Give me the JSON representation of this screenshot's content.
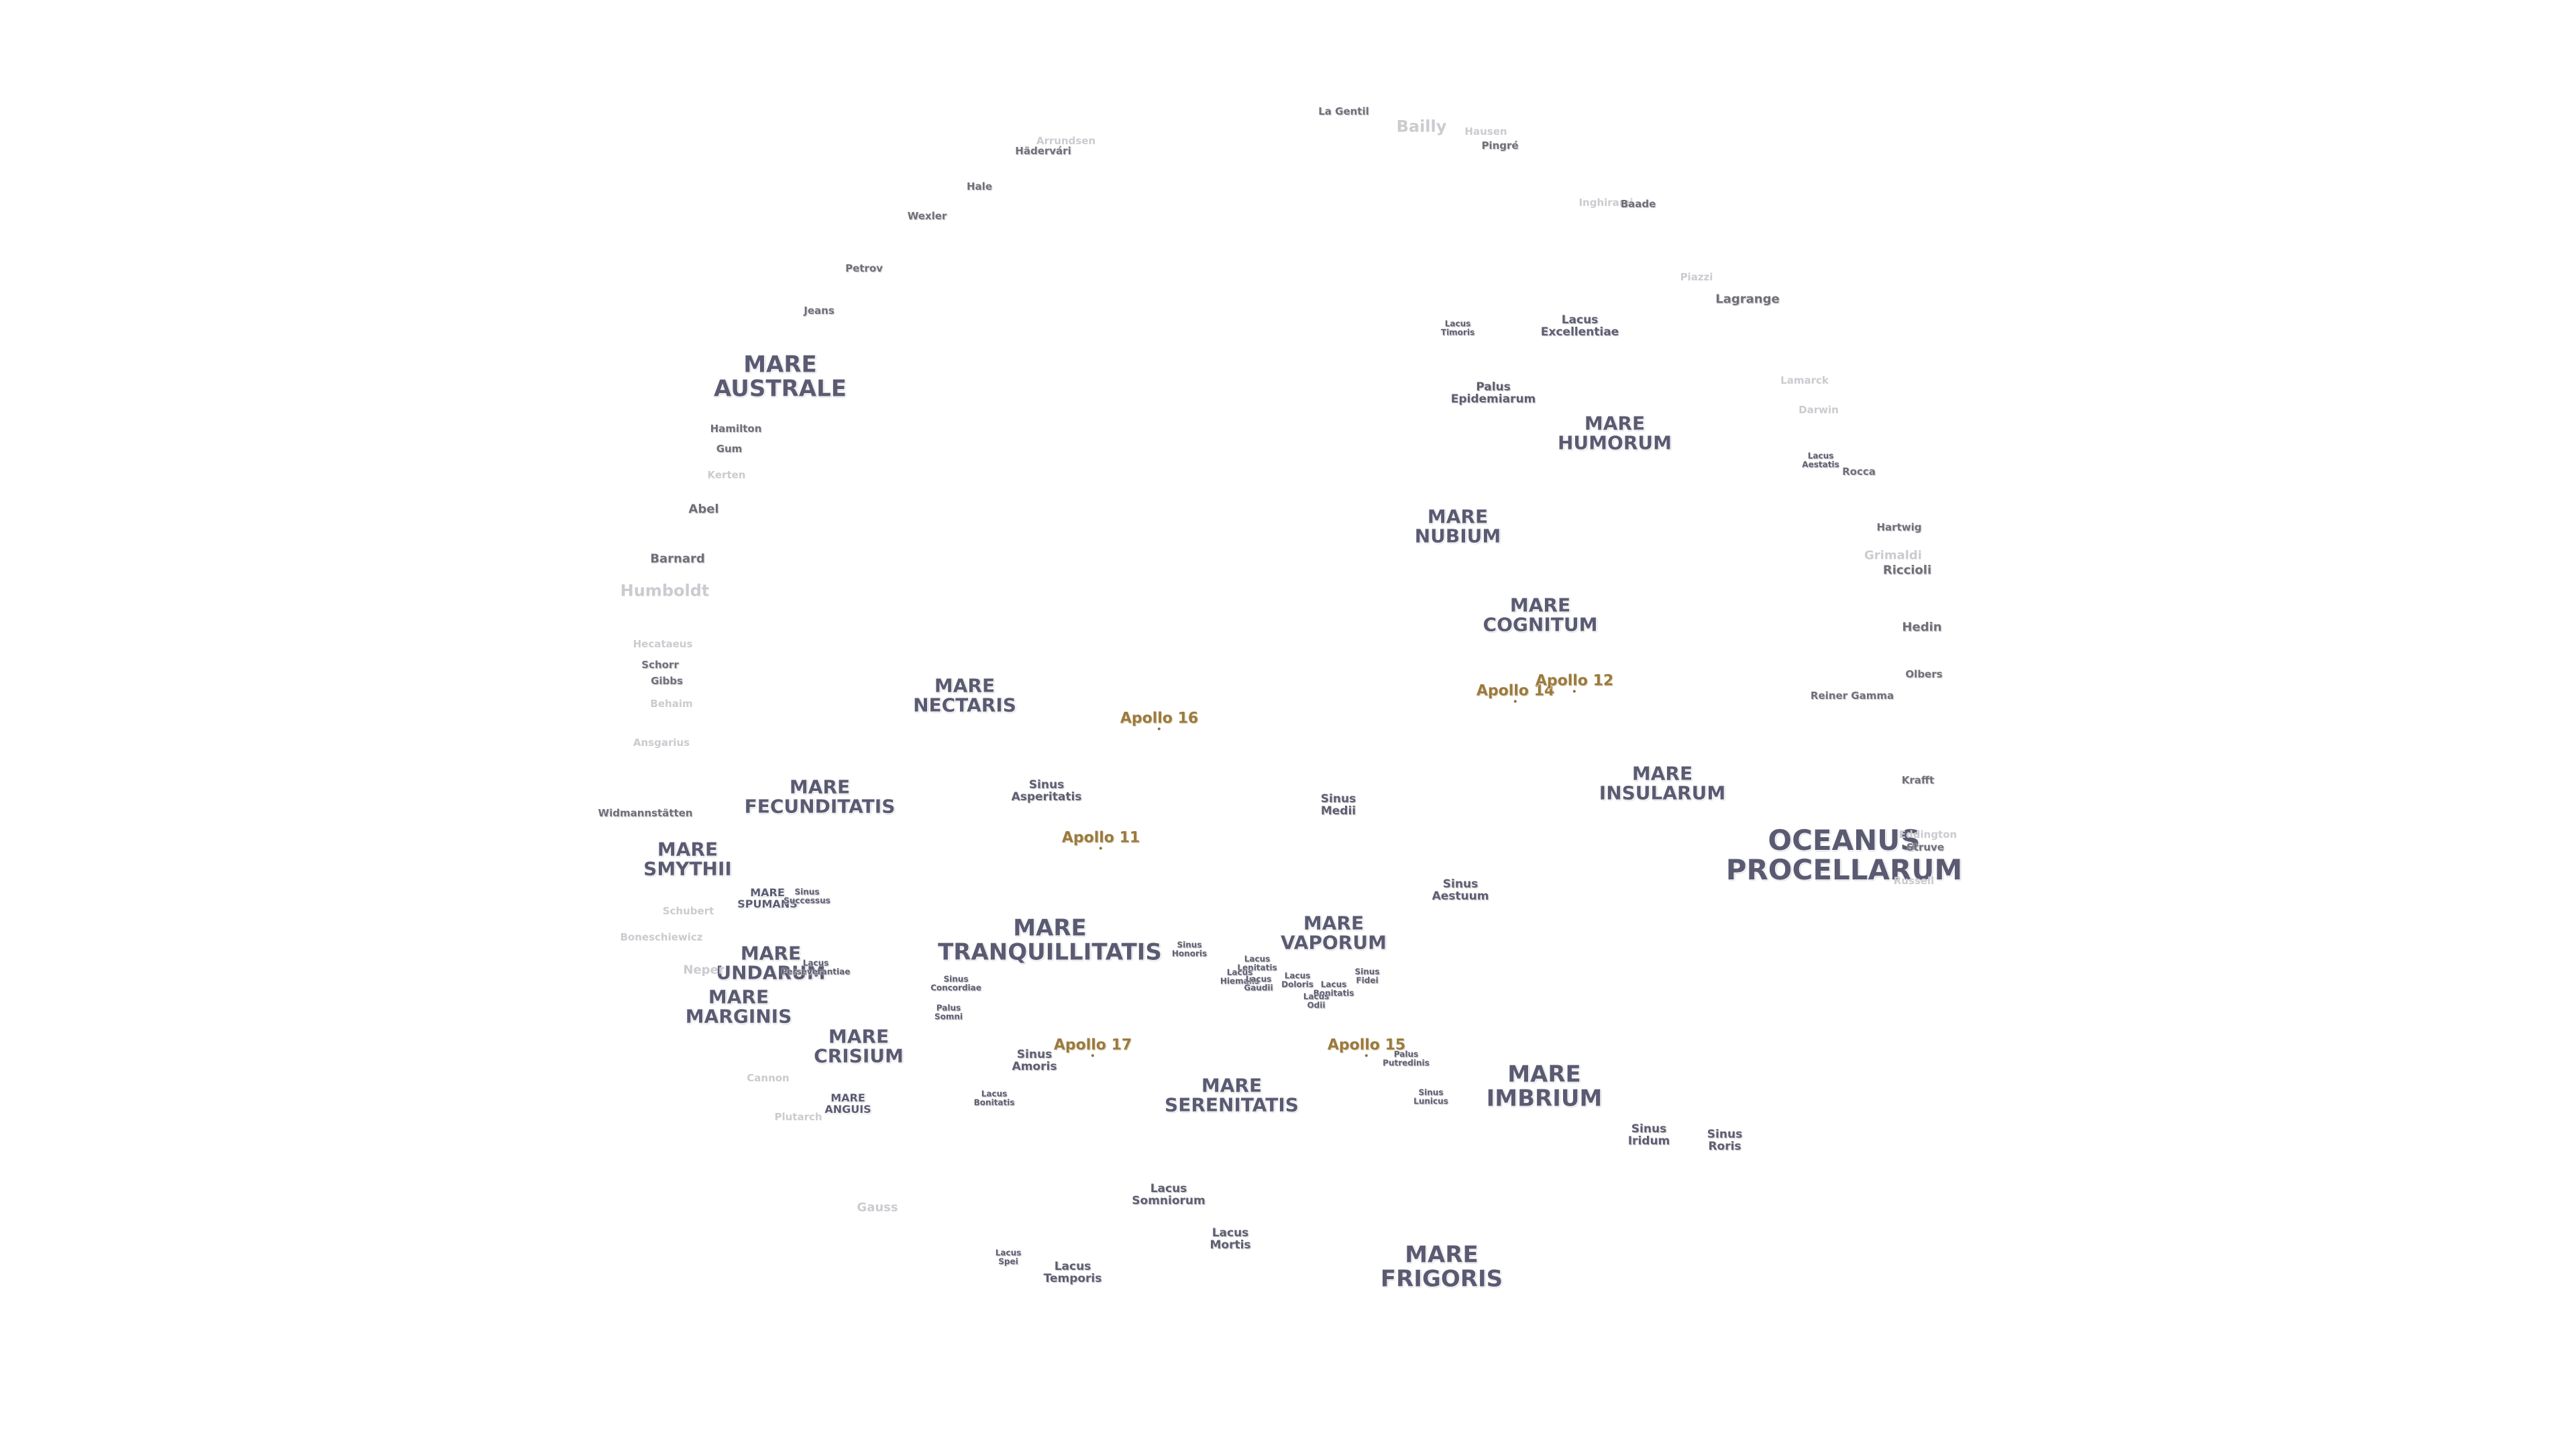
{
  "maria": [
    {
      "name": "MARE\nAUSTRALE"
    },
    {
      "name": "MARE\nHUMORUM"
    },
    {
      "name": "MARE\nNUBIUM"
    },
    {
      "name": "MARE\nCOGNITUM"
    },
    {
      "name": "MARE\nNECTARIS"
    },
    {
      "name": "MARE\nFECUNDITATIS"
    },
    {
      "name": "MARE\nINSULARUM"
    },
    {
      "name": "OCEANUS\nPROCELLARUM"
    },
    {
      "name": "MARE\nSMYTHII"
    },
    {
      "name": "MARE\nSPUMANS"
    },
    {
      "name": "MARE\nTRANQUILLITATIS"
    },
    {
      "name": "MARE\nVAPORUM"
    },
    {
      "name": "MARE\nUNDARUM"
    },
    {
      "name": "MARE\nMARGINIS"
    },
    {
      "name": "MARE\nCRISIUM"
    },
    {
      "name": "MARE\nSERENITATIS"
    },
    {
      "name": "MARE\nIMBRIUM"
    },
    {
      "name": "MARE\nANGUIS"
    },
    {
      "name": "MARE\nFRIGORIS"
    }
  ],
  "features": [
    {
      "name": "Lacus\nTimoris"
    },
    {
      "name": "Lacus\nExcellentiae"
    },
    {
      "name": "Palus\nEpidemiarum"
    },
    {
      "name": "Lacus\nAestatis"
    },
    {
      "name": "Sinus\nAsperitatis"
    },
    {
      "name": "Sinus\nMedii"
    },
    {
      "name": "Sinus\nAestuum"
    },
    {
      "name": "Sinus\nSuccessus"
    },
    {
      "name": "Lacus\nPerseverantiae"
    },
    {
      "name": "Sinus\nConcordiae"
    },
    {
      "name": "Palus\nSomni"
    },
    {
      "name": "Sinus\nHonoris"
    },
    {
      "name": "Lacus\nLenitatis"
    },
    {
      "name": "Lacus\nHiemalis"
    },
    {
      "name": "Lacus\nGaudii"
    },
    {
      "name": "Lacus\nDoloris"
    },
    {
      "name": "Lacus\nBonitatis"
    },
    {
      "name": "Lacus\nOdii"
    },
    {
      "name": "Sinus\nFidei"
    },
    {
      "name": "Sinus\nAmoris"
    },
    {
      "name": "Palus\nPutredinis"
    },
    {
      "name": "Sinus\nLunicus"
    },
    {
      "name": "Lacus\nBonitatis"
    },
    {
      "name": "Lacus\nSomniorum"
    },
    {
      "name": "Lacus\nMortis"
    },
    {
      "name": "Lacus\nSpei"
    },
    {
      "name": "Lacus\nTemporis"
    },
    {
      "name": "Sinus\nIridum"
    },
    {
      "name": "Sinus\nRoris"
    }
  ],
  "craters": [
    {
      "name": "La Gentil"
    },
    {
      "name": "Bailly"
    },
    {
      "name": "Hausen"
    },
    {
      "name": "Pingré"
    },
    {
      "name": "Arrundsen"
    },
    {
      "name": "Hädervári"
    },
    {
      "name": "Hale"
    },
    {
      "name": "Wexler"
    },
    {
      "name": "Inghirami"
    },
    {
      "name": "Baade"
    },
    {
      "name": "Petrov"
    },
    {
      "name": "Piazzi"
    },
    {
      "name": "Lagrange"
    },
    {
      "name": "Jeans"
    },
    {
      "name": "Lamarck"
    },
    {
      "name": "Darwin"
    },
    {
      "name": "Hamilton"
    },
    {
      "name": "Gum"
    },
    {
      "name": "Rocca"
    },
    {
      "name": "Kerten"
    },
    {
      "name": "Abel"
    },
    {
      "name": "Hartwig"
    },
    {
      "name": "Barnard"
    },
    {
      "name": "Grimaldi"
    },
    {
      "name": "Riccioli"
    },
    {
      "name": "Humboldt"
    },
    {
      "name": "Hedin"
    },
    {
      "name": "Hecataeus"
    },
    {
      "name": "Schorr"
    },
    {
      "name": "Gibbs"
    },
    {
      "name": "Olbers"
    },
    {
      "name": "Reiner Gamma"
    },
    {
      "name": "Behaim"
    },
    {
      "name": "Ansgarius"
    },
    {
      "name": "Krafft"
    },
    {
      "name": "Widmannstätten"
    },
    {
      "name": "Eddington"
    },
    {
      "name": "Struve"
    },
    {
      "name": "Russell"
    },
    {
      "name": "Schubert"
    },
    {
      "name": "Boneschiewicz"
    },
    {
      "name": "Neper"
    },
    {
      "name": "Cannon"
    },
    {
      "name": "Plutarch"
    },
    {
      "name": "Gauss"
    }
  ],
  "apollo_sites": [
    {
      "name": "Apollo 16"
    },
    {
      "name": "Apollo 14"
    },
    {
      "name": "Apollo 12"
    },
    {
      "name": "Apollo 11"
    },
    {
      "name": "Apollo 17"
    },
    {
      "name": "Apollo 15"
    }
  ],
  "colors": {
    "mare_text": "#5a5a72",
    "crater_text": "#6f6f78",
    "faint_text": "#cbcbd0",
    "apollo_text": "#9a7a3e",
    "background": "#ffffff"
  }
}
